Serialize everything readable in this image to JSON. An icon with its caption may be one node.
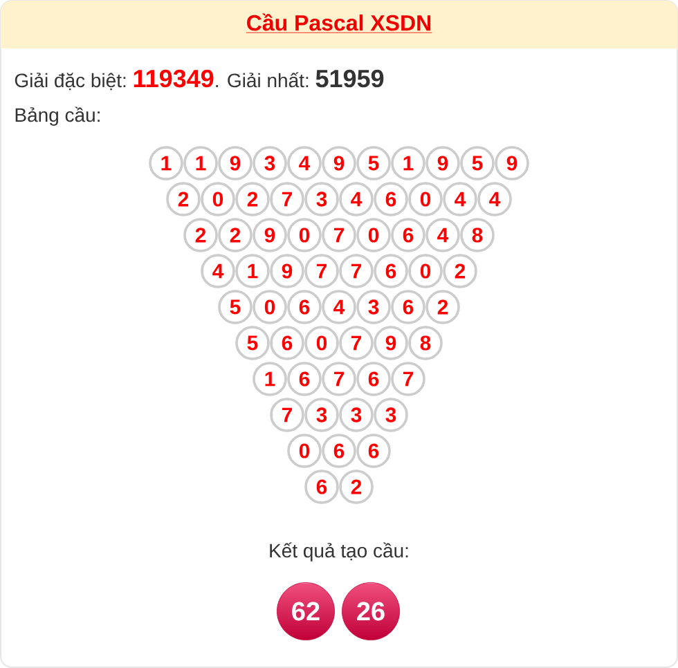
{
  "diagram": {
    "title": "Cầu Pascal XSDN",
    "nodes": [
      {
        "text": [
          "1"
        ]
      },
      {
        "text": [
          "1"
        ]
      },
      {
        "text": [
          "9"
        ]
      },
      {
        "text": [
          "3"
        ]
      },
      {
        "text": [
          "4"
        ]
      },
      {
        "text": [
          "9"
        ]
      },
      {
        "text": [
          "5"
        ]
      },
      {
        "text": [
          "1"
        ]
      },
      {
        "text": [
          "9"
        ]
      },
      {
        "text": [
          "5"
        ]
      },
      {
        "text": [
          "9"
        ]
      },
      {
        "text": [
          "2"
        ]
      },
      {
        "text": [
          "0"
        ]
      },
      {
        "text": [
          "2"
        ]
      },
      {
        "text": [
          "7"
        ]
      },
      {
        "text": [
          "3"
        ]
      },
      {
        "text": [
          "4"
        ]
      },
      {
        "text": [
          "6"
        ]
      },
      {
        "text": [
          "0"
        ]
      },
      {
        "text": [
          "4"
        ]
      },
      {
        "text": [
          "4"
        ]
      },
      {
        "text": [
          "2"
        ]
      },
      {
        "text": [
          "2"
        ]
      },
      {
        "text": [
          "9"
        ]
      },
      {
        "text": [
          "0"
        ]
      },
      {
        "text": [
          "7"
        ]
      },
      {
        "text": [
          "0"
        ]
      },
      {
        "text": [
          "6"
        ]
      },
      {
        "text": [
          "4"
        ]
      },
      {
        "text": [
          "8"
        ]
      },
      {
        "text": [
          "4"
        ]
      },
      {
        "text": [
          "1"
        ]
      },
      {
        "text": [
          "9"
        ]
      },
      {
        "text": [
          "7"
        ]
      },
      {
        "text": [
          "7"
        ]
      },
      {
        "text": [
          "6"
        ]
      },
      {
        "text": [
          "0"
        ]
      },
      {
        "text": [
          "2"
        ]
      },
      {
        "text": [
          "5"
        ]
      },
      {
        "text": [
          "0"
        ]
      },
      {
        "text": [
          "6"
        ]
      },
      {
        "text": [
          "4"
        ]
      },
      {
        "text": [
          "3"
        ]
      },
      {
        "text": [
          "6"
        ]
      },
      {
        "text": [
          "2"
        ]
      },
      {
        "text": [
          "5"
        ]
      },
      {
        "text": [
          "6"
        ]
      },
      {
        "text": [
          "0"
        ]
      },
      {
        "text": [
          "7"
        ]
      },
      {
        "text": [
          "9"
        ]
      },
      {
        "text": [
          "8"
        ]
      },
      {
        "text": [
          "1"
        ]
      },
      {
        "text": [
          "6"
        ]
      },
      {
        "text": [
          "7"
        ]
      },
      {
        "text": [
          "6"
        ]
      },
      {
        "text": [
          "7"
        ]
      },
      {
        "text": [
          "7"
        ]
      },
      {
        "text": [
          "3"
        ]
      },
      {
        "text": [
          "3"
        ]
      },
      {
        "text": [
          "3"
        ]
      },
      {
        "text": [
          "0"
        ]
      },
      {
        "text": [
          "6"
        ]
      },
      {
        "text": [
          "6"
        ]
      },
      {
        "text": [
          "6"
        ]
      },
      {
        "text": [
          "2"
        ]
      },
      {
        "text": [
          "62"
        ]
      },
      {
        "text": [
          "26"
        ]
      }
    ],
    "labels": [
      "Giải đặc biệt:",
      "119349",
      ". Giải nhất:",
      "51959",
      "Bảng cầu:",
      "Kết quả tạo cầu:"
    ]
  }
}
